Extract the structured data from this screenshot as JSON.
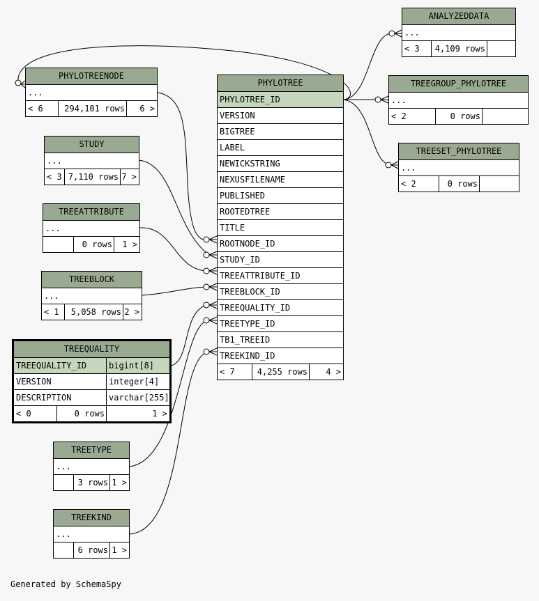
{
  "tables": {
    "analyzeddata": {
      "name": "ANALYZEDDATA",
      "dots": "...",
      "foot": [
        "< 3",
        "4,109 rows",
        ""
      ]
    },
    "treegroup_phylotree": {
      "name": "TREEGROUP_PHYLOTREE",
      "dots": "...",
      "foot": [
        "< 2",
        "0 rows",
        ""
      ]
    },
    "treeset_phylotree": {
      "name": "TREESET_PHYLOTREE",
      "dots": "...",
      "foot": [
        "< 2",
        "0 rows",
        ""
      ]
    },
    "phylotreenode": {
      "name": "PHYLOTREENODE",
      "dots": "...",
      "foot": [
        "< 6",
        "294,101 rows",
        "6 >"
      ]
    },
    "study": {
      "name": "STUDY",
      "dots": "...",
      "foot": [
        "< 3",
        "7,110 rows",
        "7 >"
      ]
    },
    "treeattribute": {
      "name": "TREEATTRIBUTE",
      "dots": "...",
      "foot": [
        "",
        "0 rows",
        "1 >"
      ]
    },
    "treeblock": {
      "name": "TREEBLOCK",
      "dots": "...",
      "foot": [
        "< 1",
        "5,058 rows",
        "2 >"
      ]
    },
    "treetype": {
      "name": "TREETYPE",
      "dots": "...",
      "foot": [
        "",
        "3 rows",
        "1 >"
      ]
    },
    "treekind": {
      "name": "TREEKIND",
      "dots": "...",
      "foot": [
        "",
        "6 rows",
        "1 >"
      ]
    },
    "phylotree": {
      "name": "PHYLOTREE",
      "columns": [
        "PHYLOTREE_ID",
        "VERSION",
        "BIGTREE",
        "LABEL",
        "NEWICKSTRING",
        "NEXUSFILENAME",
        "PUBLISHED",
        "ROOTEDTREE",
        "TITLE",
        "ROOTNODE_ID",
        "STUDY_ID",
        "TREEATTRIBUTE_ID",
        "TREEBLOCK_ID",
        "TREEQUALITY_ID",
        "TREETYPE_ID",
        "TB1_TREEID",
        "TREEKIND_ID"
      ],
      "foot": [
        "< 7",
        "4,255 rows",
        "4 >"
      ]
    },
    "treequality": {
      "name": "TREEQUALITY",
      "columns": [
        {
          "name": "TREEQUALITY_ID",
          "type": "bigint[8]"
        },
        {
          "name": "VERSION",
          "type": "integer[4]"
        },
        {
          "name": "DESCRIPTION",
          "type": "varchar[255]"
        }
      ],
      "foot": [
        "< 0",
        "0 rows",
        "1 >"
      ]
    }
  },
  "footer": "Generated by SchemaSpy",
  "colors": {
    "header": "#9aaa92",
    "primary_key": "#c5d6bd",
    "background": "#f7f7f7"
  }
}
